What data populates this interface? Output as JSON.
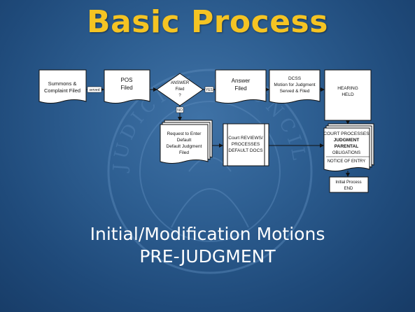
{
  "slide": {
    "title": "Basic Process",
    "subtitle_line1": "Initial/Modification Motions",
    "subtitle_line2": "PRE-JUDGMENT"
  },
  "seal": {
    "text_top": "JUDICIAL COUNCIL OF CALIFORNIA"
  },
  "flowchart": {
    "nodes": {
      "summons": [
        "Summons &",
        "Complaint Filed"
      ],
      "pos": [
        "POS",
        "Filed"
      ],
      "answer_decision": [
        "ANSWER",
        "Filed",
        "?"
      ],
      "answer_filed": [
        "Answer",
        "Filed"
      ],
      "dcss": [
        "DCSS",
        "Motion for Judgment",
        "Served & Filed"
      ],
      "hearing": [
        "HEARING",
        "HELD"
      ],
      "request_default": [
        "Request to Enter",
        "Default",
        "Default Judgment",
        "Filed"
      ],
      "court_reviews": [
        "Court REVIEWS/",
        "PROCESSES",
        "DEFAULT DOCS"
      ],
      "court_processes": [
        "COURT PROCESSES",
        "JUDGMENT",
        "PARENTAL",
        "OBLIGATIONS"
      ],
      "notice_of_entry": [
        "NOTICE OF ENTRY"
      ],
      "initial_end": [
        "Initial Process",
        "END"
      ]
    },
    "edge_labels": {
      "served": "served",
      "yes": "YES",
      "no": "NO"
    }
  },
  "colors": {
    "background": "#2e5f92",
    "title": "#f5c423",
    "subtitle": "#ffffff",
    "box_fill": "#ffffff"
  }
}
